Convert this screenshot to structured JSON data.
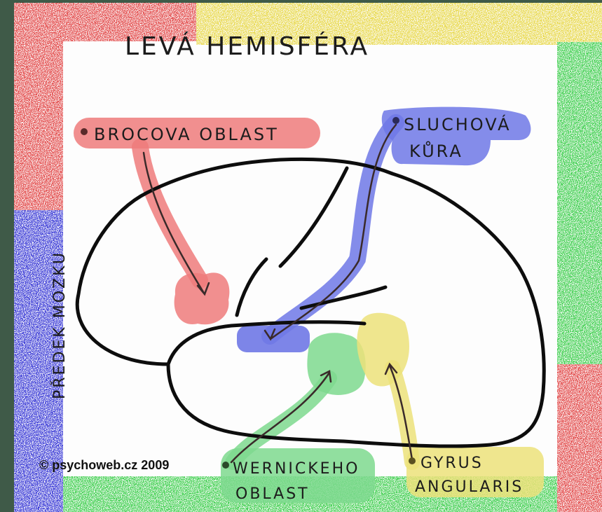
{
  "title": "LEVÁ HEMISFÉRA",
  "side_label": "PŘEDEK MOZKU",
  "credit": "© psychoweb.cz 2009",
  "regions": {
    "broca": {
      "label": "BROCOVA OBLAST",
      "color": "#ee7b7b"
    },
    "auditory": {
      "label_line1": "SLUCHOVÁ",
      "label_line2": "KŮRA",
      "color": "#6f78e6"
    },
    "wernicke": {
      "label_line1": "WERNICKEHO",
      "label_line2": "OBLAST",
      "color": "#7ed98e"
    },
    "angular": {
      "label_line1": "GYRUS",
      "label_line2": "ANGULARIS",
      "color": "#ece27a"
    }
  },
  "frame_colors": [
    "#e24a4a",
    "#e8d84a",
    "#3fcf4f",
    "#3a3ad6"
  ]
}
